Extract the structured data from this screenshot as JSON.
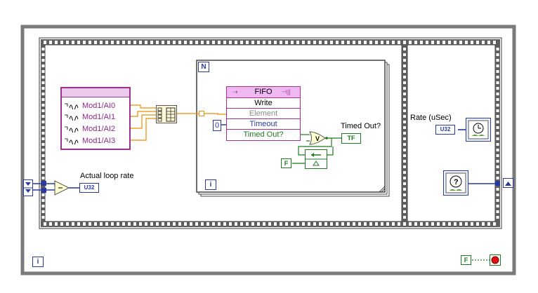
{
  "colors": {
    "frame": "#7a7a7a",
    "wire_blue": "#2a3aa0",
    "wire_orange": "#f08c00",
    "wire_green": "#1e7a1e",
    "fifo_pink": "#d43fd4",
    "io_purple": "#a0328f"
  },
  "io_node": {
    "channels": [
      "Mod1/AI0",
      "Mod1/AI1",
      "Mod1/AI2",
      "Mod1/AI3"
    ]
  },
  "fifo_node": {
    "title": "FIFO",
    "method": "Write",
    "inputs": [
      "Element",
      "Timeout"
    ],
    "output": "Timed Out?"
  },
  "timeout_constant": "0",
  "timed_out_label": "Timed Out?",
  "timed_out_indicator": "TF",
  "actual_loop_rate_label": "Actual loop rate",
  "rate_label": "Rate (uSec)",
  "type_u32": "U32",
  "false_constant": "F",
  "for_loop_count": "N",
  "iteration_terminal": "i",
  "icons": [
    "io-node-icon",
    "build-array-icon",
    "subtract-icon",
    "or-gate-icon",
    "feedback-node-icon",
    "wait-until-next-icon",
    "tick-count-icon",
    "stop-terminal-icon",
    "shift-register-icon"
  ]
}
